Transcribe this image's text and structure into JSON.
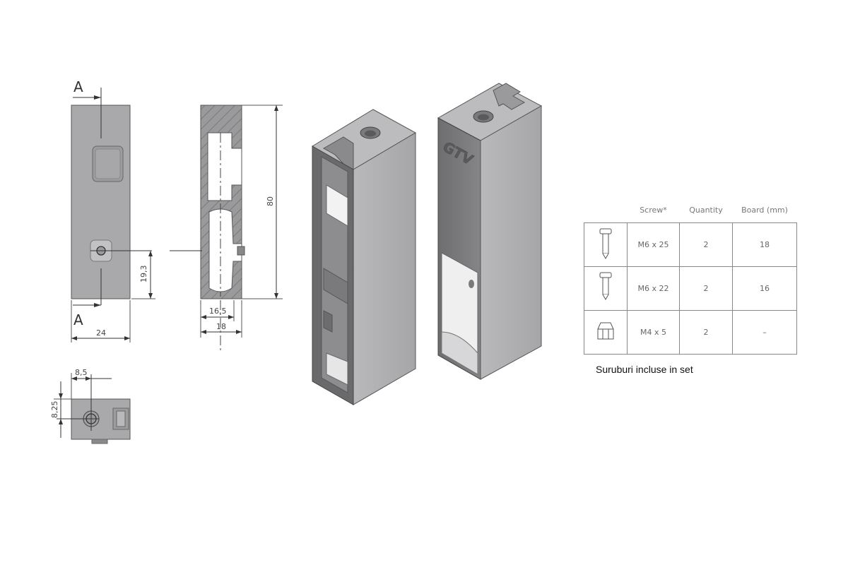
{
  "drawing": {
    "section_label_top": "A",
    "section_label_bottom": "A",
    "dim_width": "24",
    "dim_hole_height": "19,3",
    "dim_height": "80",
    "dim_inner": "16,5",
    "dim_board": "18",
    "dim_top_x": "8,5",
    "dim_top_y": "8,25",
    "logo_text": "GTV"
  },
  "table": {
    "headers": {
      "screw": "Screw*",
      "quantity": "Quantity",
      "board": "Board (mm)"
    },
    "rows": [
      {
        "icon": "long-screw-icon",
        "screw": "M6 x 25",
        "quantity": "2",
        "board": "18"
      },
      {
        "icon": "long-screw-icon",
        "screw": "M6 x 22",
        "quantity": "2",
        "board": "16"
      },
      {
        "icon": "nut-screw-icon",
        "screw": "M4 x 5",
        "quantity": "2",
        "board": "–"
      }
    ]
  },
  "note": "Suruburi incluse in set",
  "colors": {
    "body_gray": "#a3a3a5",
    "dark_gray": "#6a6a6c",
    "hatch": "#8e8e90"
  }
}
